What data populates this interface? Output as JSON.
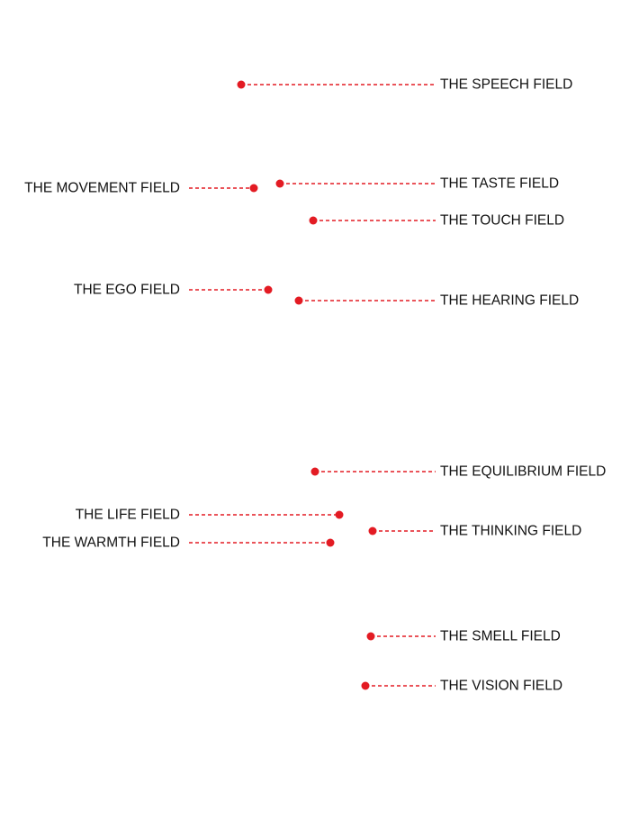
{
  "accent_color": "#e31b23",
  "label_color": "#111111",
  "callouts": [
    {
      "id": "speech",
      "label": "THE SPEECH FIELD",
      "side": "right"
    },
    {
      "id": "movement",
      "label": "THE MOVEMENT FIELD",
      "side": "left"
    },
    {
      "id": "taste",
      "label": "THE TASTE FIELD",
      "side": "right"
    },
    {
      "id": "touch",
      "label": "THE TOUCH FIELD",
      "side": "right"
    },
    {
      "id": "ego",
      "label": "THE EGO FIELD",
      "side": "left"
    },
    {
      "id": "hearing",
      "label": "THE HEARING FIELD",
      "side": "right"
    },
    {
      "id": "equilibrium",
      "label": "THE EQUILIBRIUM FIELD",
      "side": "right"
    },
    {
      "id": "life",
      "label": "THE LIFE FIELD",
      "side": "left"
    },
    {
      "id": "thinking",
      "label": "THE THINKING FIELD",
      "side": "right"
    },
    {
      "id": "warmth",
      "label": "THE WARMTH FIELD",
      "side": "left"
    },
    {
      "id": "smell",
      "label": "THE SMELL FIELD",
      "side": "right"
    },
    {
      "id": "vision",
      "label": "THE VISION FIELD",
      "side": "right"
    }
  ]
}
